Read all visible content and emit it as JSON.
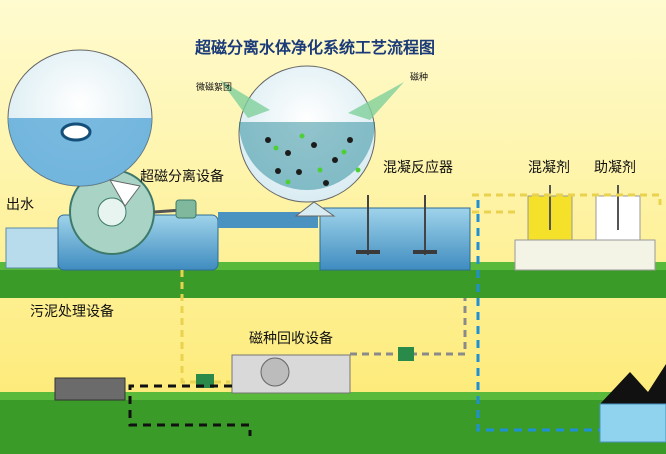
{
  "title": "超磁分离水体净化系统工艺流程图",
  "labels": {
    "outlet": "出水",
    "separator": "超磁分离设备",
    "coagulation_reactor": "混凝反应器",
    "coagulant": "混凝剂",
    "flocculant": "助凝剂",
    "sludge": "污泥处理设备",
    "magnet_recovery": "磁种回收设备",
    "micro_floc": "微磁絮团",
    "magnetic_seed": "磁种"
  },
  "colors": {
    "background": "#fff7a8",
    "ground_green": "#3a9b28",
    "water_blue": "#7fc6df",
    "tank_blue": "#4a93c1",
    "yellow_line": "#e9d34e",
    "black_line": "#111111",
    "blue_line": "#1f8fd6",
    "gray_line": "#8a8a8a"
  }
}
